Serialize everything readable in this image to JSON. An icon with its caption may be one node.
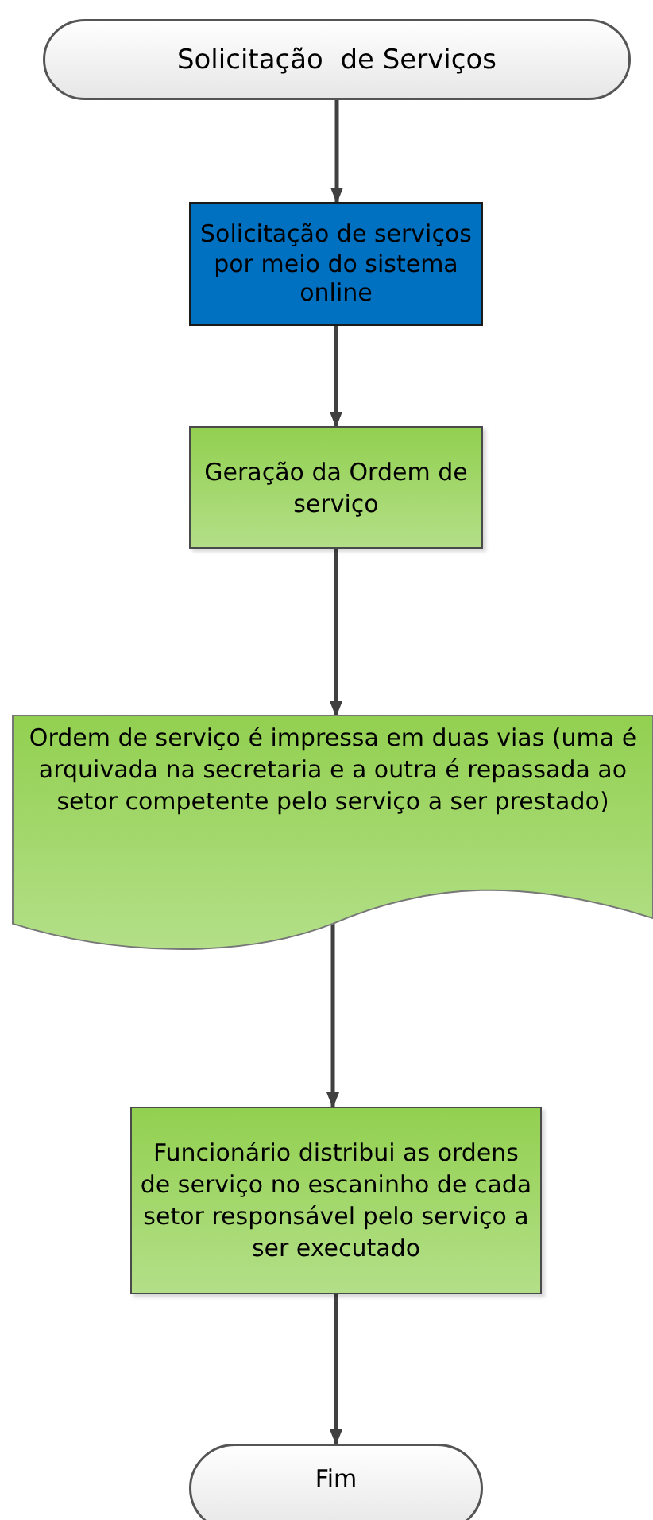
{
  "diagram": {
    "nodes": [
      {
        "text": [
          "Solicitação  de Serviços"
        ]
      },
      {
        "text": [
          "Solicitação de serviços por meio do sistema online"
        ]
      },
      {
        "text": [
          "Geração da Ordem de serviço"
        ]
      },
      {
        "text": [
          "Ordem de serviço é impressa em duas vias (uma é arquivada na secretaria e a outra é repassada ao setor competente pelo serviço a ser prestado)"
        ]
      },
      {
        "text": [
          "Funcionário distribui as ordens de serviço no escaninho de cada setor responsável pelo serviço a ser executado"
        ]
      },
      {
        "text": [
          "Fim"
        ]
      }
    ],
    "edges": [
      {
        "from": 0,
        "to": 1,
        "arrow": "to"
      },
      {
        "from": 1,
        "to": 2,
        "arrow": "to"
      },
      {
        "from": 2,
        "to": 3,
        "arrow": "to"
      },
      {
        "from": 3,
        "to": 4,
        "arrow": "to"
      },
      {
        "from": 4,
        "to": 5,
        "arrow": "to"
      }
    ]
  }
}
